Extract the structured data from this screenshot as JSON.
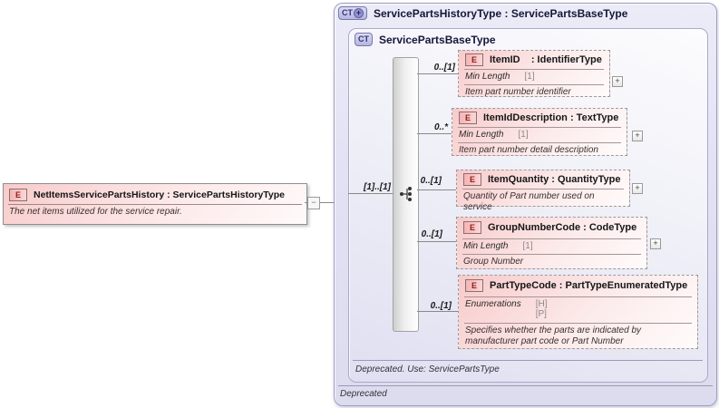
{
  "root_element": {
    "icon": "E",
    "title": "NetItemsServicePartsHistory : ServicePartsHistoryType",
    "annotation": "The net items utilized for the service repair.",
    "collapse_glyph": "−"
  },
  "outer_container": {
    "icon": "CT",
    "icon_plus": "+",
    "title": "ServicePartsHistoryType : ServicePartsBaseType",
    "footer": "Deprecated"
  },
  "inner_container": {
    "icon": "CT",
    "title": "ServicePartsBaseType",
    "footer": "Deprecated. Use: ServicePartsType"
  },
  "sequence": {
    "cardinality": "[1]..[1]"
  },
  "elements": [
    {
      "icon": "E",
      "title": "ItemID    : IdentifierType",
      "cardinality": "0..[1]",
      "facet_label": "Min Length",
      "facet_value": "[1]",
      "annotation": "Item part number identifier",
      "expand_glyph": "+"
    },
    {
      "icon": "E",
      "title": "ItemIdDescription : TextType",
      "cardinality": "0..*",
      "facet_label": "Min Length",
      "facet_value": "[1]",
      "annotation": "Item part number detail description",
      "expand_glyph": "+"
    },
    {
      "icon": "E",
      "title": "ItemQuantity : QuantityType",
      "cardinality": "0..[1]",
      "annotation": "Quantity of Part number used on service",
      "expand_glyph": "+"
    },
    {
      "icon": "E",
      "title": "GroupNumberCode : CodeType",
      "cardinality": "0..[1]",
      "facet_label": "Min Length",
      "facet_value": "[1]",
      "annotation": "Group Number",
      "expand_glyph": "+"
    },
    {
      "icon": "E",
      "title": "PartTypeCode : PartTypeEnumeratedType",
      "cardinality": "0..[1]",
      "facet_label": "Enumerations",
      "facet_values": [
        "[H]",
        "[P]"
      ],
      "annotation": "Specifies whether the parts are indicated by manufacturer part code or Part Number"
    }
  ],
  "colors": {
    "element_fill": "#f8caca",
    "element_icon_text": "#931d1d",
    "container_fill": "#e2e2f4",
    "container_icon_text": "#333377",
    "line": "#8a8a8a"
  }
}
